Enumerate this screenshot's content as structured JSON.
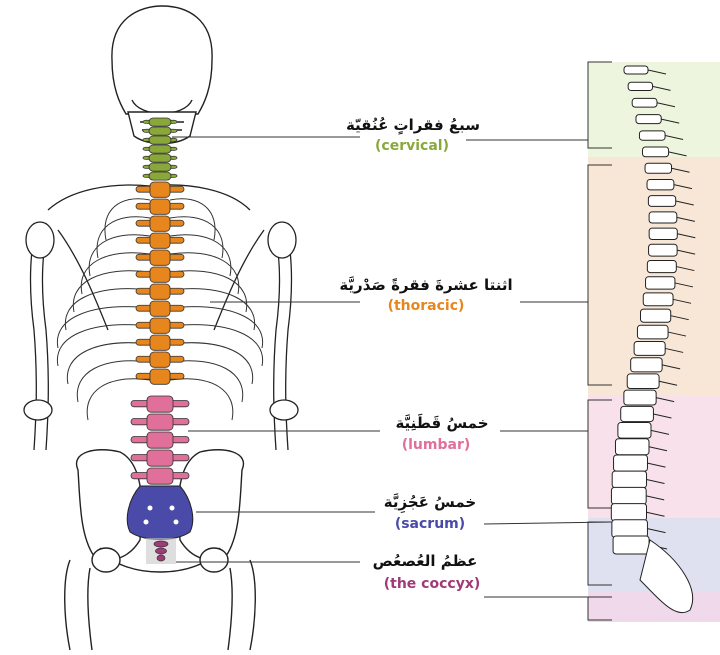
{
  "colors": {
    "cervical": "#8aa83a",
    "thoracic": "#e8861e",
    "lumbar": "#e0709a",
    "sacrum": "#4a4aa8",
    "coccyx": "#a03a78",
    "band_cervical": "#eef5df",
    "band_thoracic": "#f8e7d6",
    "band_lumbar": "#f8e1ea",
    "band_sacrum": "#dfe1f0",
    "band_coccyx": "#efd9ea"
  },
  "labels": {
    "cervical": {
      "arabic": "سبعُ فقراتٍ عُنُقيّة",
      "english": "(cervical)"
    },
    "thoracic": {
      "arabic": "اثنتا عشرةَ فقرةً صَدْريَّة",
      "english": "(thoracic)"
    },
    "lumbar": {
      "arabic": "خمسُ قَطَنِيَّة",
      "english": "(lumbar)"
    },
    "sacrum": {
      "arabic": "خمسُ عَجُزِيَّة",
      "english": "(sacrum)"
    },
    "coccyx": {
      "arabic": "عظمُ العُصعُص",
      "english": "(the coccyx)"
    }
  }
}
